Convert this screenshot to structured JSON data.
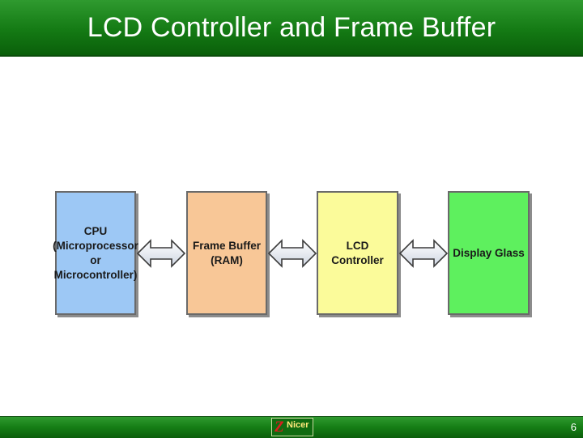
{
  "header": {
    "title": "LCD Controller and Frame Buffer"
  },
  "diagram": {
    "blocks": [
      {
        "label": "CPU\n(Microprocessor\nor\nMicrocontroller)",
        "color": "#9dc8f5"
      },
      {
        "label": "Frame Buffer\n(RAM)",
        "color": "#f8c797"
      },
      {
        "label": "LCD\nController",
        "color": "#fbfb9a"
      },
      {
        "label": "Display Glass",
        "color": "#5ef05e"
      }
    ],
    "connector": "double-arrow"
  },
  "footer": {
    "logo": {
      "letter": "Z",
      "text": "Nicer"
    },
    "page_number": "6"
  }
}
